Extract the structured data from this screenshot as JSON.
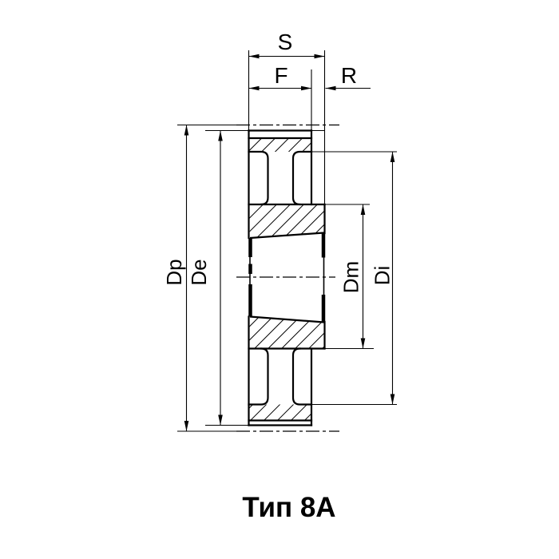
{
  "drawing": {
    "caption": "Тип 8А",
    "labels": {
      "s": "S",
      "f": "F",
      "r": "R",
      "dp": "Dp",
      "de": "De",
      "dm": "Dm",
      "di": "Di"
    },
    "colors": {
      "line": "#000000",
      "background": "#ffffff"
    }
  }
}
